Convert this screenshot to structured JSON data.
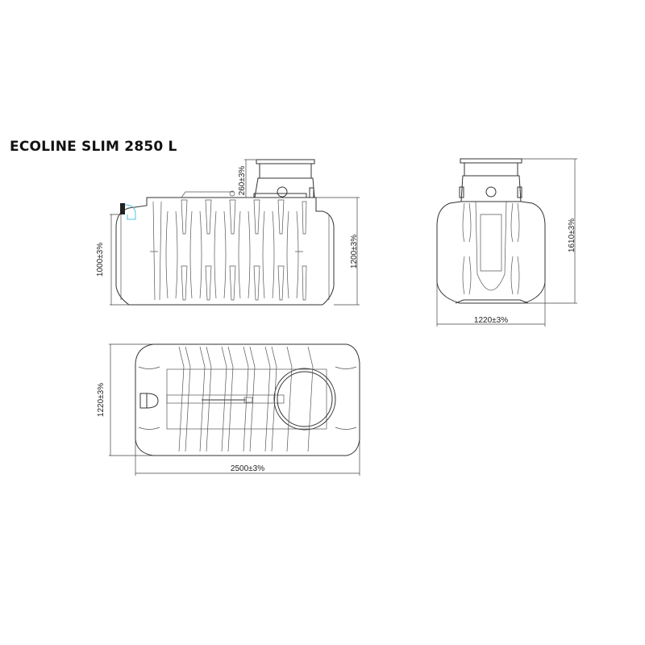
{
  "title": "ECOLINE SLIM 2850 L",
  "views": {
    "side": {
      "dimensions": {
        "neck_height": "260±3%",
        "body_height": "1000±3%",
        "total_body_height": "1200±3%"
      }
    },
    "front": {
      "dimensions": {
        "total_height": "1610±3%",
        "width": "1220±3%"
      }
    },
    "top": {
      "dimensions": {
        "width": "1220±3%",
        "length": "2500±3%"
      }
    }
  },
  "colors": {
    "line": "#333333",
    "inlet_accent": "#4fc3e0",
    "background": "#ffffff"
  }
}
